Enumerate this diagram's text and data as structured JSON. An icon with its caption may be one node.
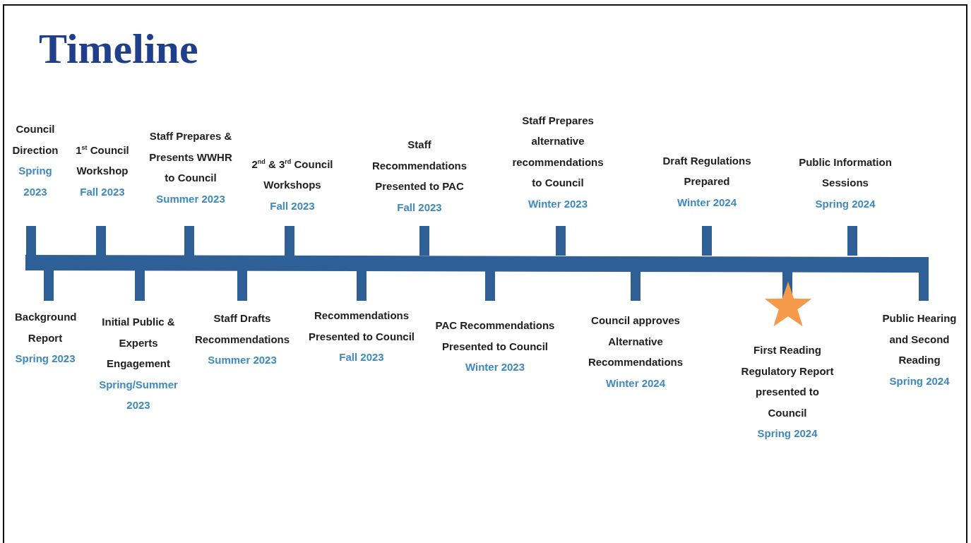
{
  "diagram": {
    "title": "Timeline",
    "labels": [
      "Council Direction",
      "Spring 2023",
      "Background Report",
      "Spring 2023",
      "1$^{st}$ Council Workshop",
      "Fall 2023",
      "Initial Public & Experts Engagement",
      "Spring/Summer 2023",
      "Staff Prepares & Presents WWHR to Council",
      "Summer 2023",
      "Staff Drafts Recommendations",
      "Summer 2023",
      "2$^{nd}$ & 3$^{rd}$ Council Workshops",
      "Fall 2023",
      "Recommendations Presented to Council",
      "Fall 2023",
      "Staff Recommendations Presented to PAC",
      "Fall 2023",
      "PAC Recommendations Presented to Council",
      "Winter 2023",
      "Staff Prepares alternative recommendations to Council",
      "Winter 2023",
      "Council approves Alternative Recommendations",
      "Winter 2024",
      "Draft Regulations Prepared",
      "Winter 2024",
      "First Reading Regulatory Report presented to Council",
      "Spring 2024",
      "Public Information Sessions",
      "Spring 2024",
      "Public Hearing and Second Reading",
      "Spring 2024"
    ]
  }
}
